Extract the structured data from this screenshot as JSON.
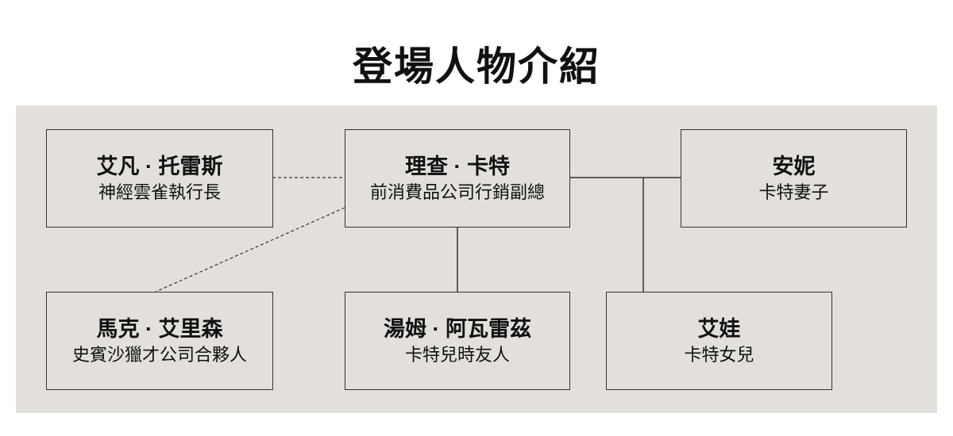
{
  "title": "登場人物介紹",
  "characters": [
    {
      "name": "艾凡 · 托雷斯",
      "role": "神經雲雀執行長"
    },
    {
      "name": "理查 · 卡特",
      "role": "前消費品公司行銷副總"
    },
    {
      "name": "安妮",
      "role": "卡特妻子"
    },
    {
      "name": "馬克 · 艾里森",
      "role": "史賓沙獵才公司合夥人"
    },
    {
      "name": "湯姆 · 阿瓦雷茲",
      "role": "卡特兒時友人"
    },
    {
      "name": "艾娃",
      "role": "卡特女兒"
    }
  ]
}
